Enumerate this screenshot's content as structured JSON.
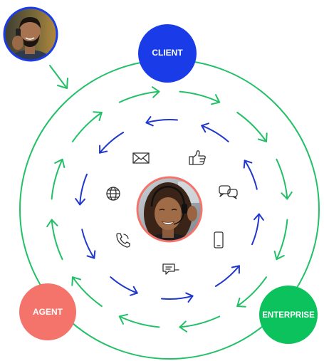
{
  "nodes": {
    "client": {
      "label": "CLIENT",
      "color": "#1a3ce8"
    },
    "agent": {
      "label": "AGENT",
      "color": "#f4736b"
    },
    "enterprise": {
      "label": "ENTERPRISE",
      "color": "#0cc25c"
    }
  },
  "colors": {
    "outer_ring": "#22c067",
    "green_arrows": "#22c067",
    "blue_arrows": "#1f37cc",
    "icons": "#333333",
    "center_ring": "#f4736b",
    "caller_ring": "#1a3ce8"
  },
  "icons": [
    "envelope-icon",
    "thumbs-up-icon",
    "chat-bubbles-icon",
    "globe-icon",
    "phone-icon",
    "smartphone-icon",
    "message-icon"
  ],
  "photos": [
    "caller-with-phone",
    "support-agent-with-headset"
  ]
}
